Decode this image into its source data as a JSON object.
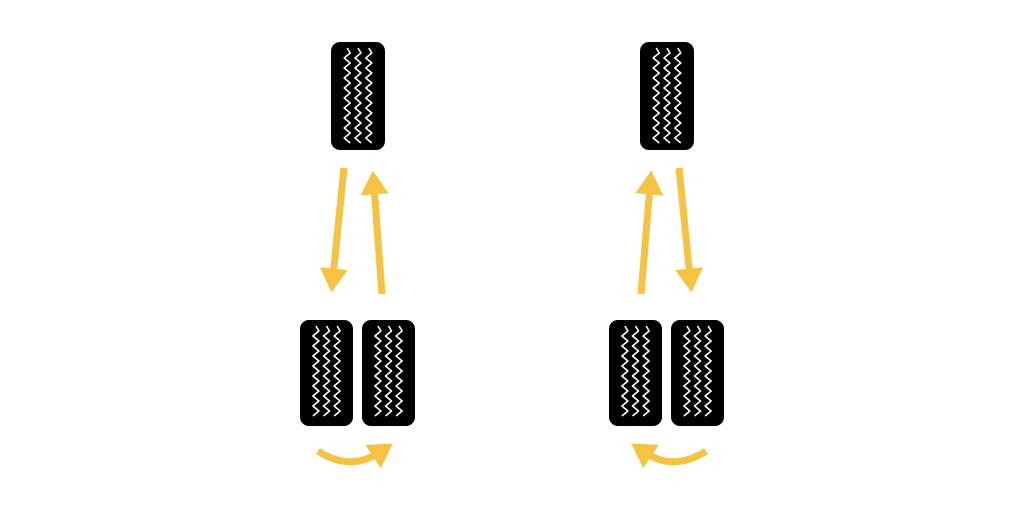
{
  "colors": {
    "background": "#ffffff",
    "tire": "#000000",
    "tread": "#ffffff",
    "arrow": "#f5c242"
  },
  "diagrams": [
    {
      "name": "left-rotation",
      "tires": [
        "front-tire",
        "rear-inner-tire",
        "rear-outer-tire"
      ],
      "arrows": [
        "front-to-rear",
        "rear-to-front",
        "inner-to-outer-curved"
      ]
    },
    {
      "name": "right-rotation",
      "tires": [
        "front-tire",
        "rear-inner-tire",
        "rear-outer-tire"
      ],
      "arrows": [
        "front-to-rear",
        "rear-to-front",
        "outer-to-inner-curved"
      ]
    }
  ],
  "icons": [
    "tire-icon",
    "straight-arrow-icon",
    "curved-arrow-icon"
  ]
}
